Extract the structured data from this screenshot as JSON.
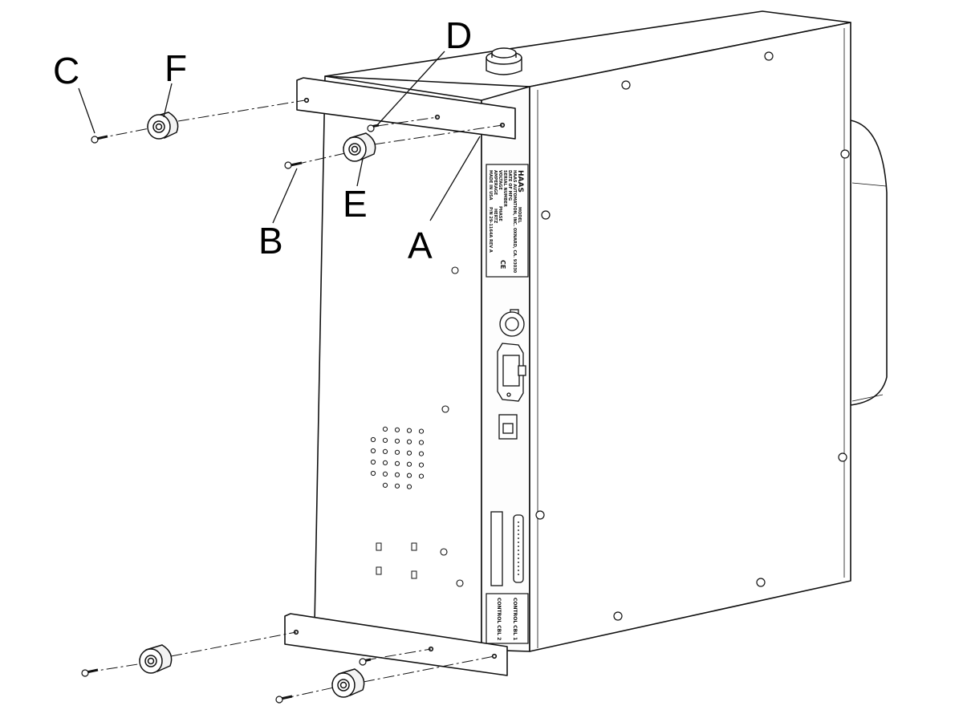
{
  "callouts": {
    "A": "A",
    "B": "B",
    "C": "C",
    "D": "D",
    "E": "E",
    "F": "F"
  },
  "plate": {
    "brand": "HAAS",
    "lines": [
      "MODEL",
      "HAAS AUTOMATION, INC. OXNARD, CA. 93030",
      "DATE OF MFG",
      "SERIAL NUMBER",
      "VOLTAGE",
      "PHASE",
      "AMPERAGE",
      "HERTZ",
      "MADE IN USA",
      "P/N 29-1164A REV A"
    ],
    "ce_mark": "CE"
  },
  "port_labels": {
    "control_1": "CONTROL CBL 1",
    "control_2": "CONTROL CBL 2"
  },
  "colors": {
    "line": "#111111",
    "fill": "#ffffff",
    "shade": "#e6e6e6"
  }
}
